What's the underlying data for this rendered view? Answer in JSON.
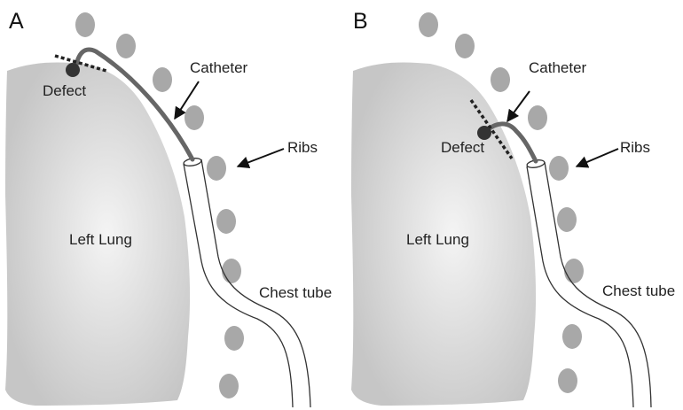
{
  "panels": [
    {
      "letter": "A",
      "labels": {
        "catheter": "Catheter",
        "defect": "Defect",
        "ribs": "Ribs",
        "lung": "Left Lung",
        "chest_tube": "Chest tube"
      }
    },
    {
      "letter": "B",
      "labels": {
        "catheter": "Catheter",
        "defect": "Defect",
        "ribs": "Ribs",
        "lung": "Left Lung",
        "chest_tube": "Chest tube"
      }
    }
  ],
  "colors": {
    "lung_center": "#f4f4f4",
    "lung_edge": "#c8c8c8",
    "rib": "#a8a8a8",
    "catheter": "#666666",
    "defect": "#333333",
    "outline": "#333333"
  }
}
